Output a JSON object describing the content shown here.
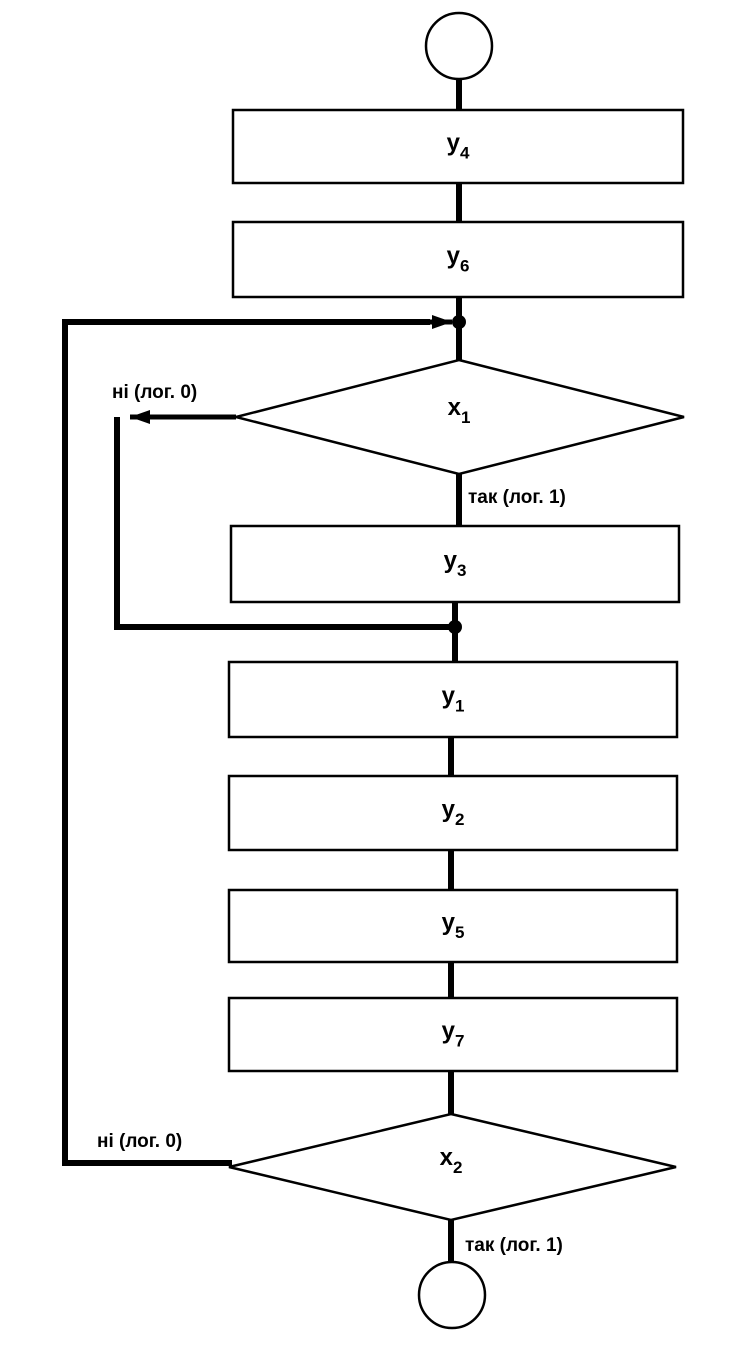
{
  "diagram": {
    "blocks": [
      {
        "var": "y",
        "sub": "4"
      },
      {
        "var": "y",
        "sub": "6"
      },
      {
        "var": "y",
        "sub": "3"
      },
      {
        "var": "y",
        "sub": "1"
      },
      {
        "var": "y",
        "sub": "2"
      },
      {
        "var": "y",
        "sub": "5"
      },
      {
        "var": "y",
        "sub": "7"
      }
    ],
    "decisions": [
      {
        "var": "x",
        "sub": "1",
        "no_label": "ні  (лог. 0)",
        "yes_label": "так (лог. 1)"
      },
      {
        "var": "x",
        "sub": "2",
        "no_label": "ні  (лог. 0)",
        "yes_label": "так (лог. 1)"
      }
    ]
  }
}
